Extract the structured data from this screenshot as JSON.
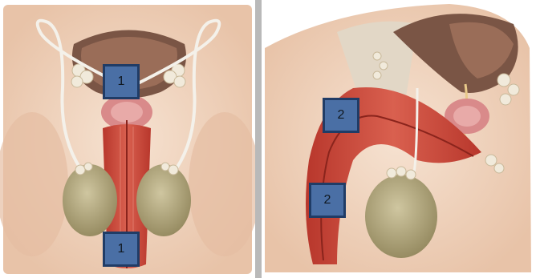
{
  "labels": {
    "front_upper": "1",
    "front_lower": "1",
    "side_upper": "2",
    "side_lower": "2"
  },
  "colors": {
    "background": "#ffffff",
    "skin": "#efd4bf",
    "tissue_red": "#c8473a",
    "bladder_brown": "#6b4a3c",
    "testis_olive": "#b7ad84",
    "vessel_white": "#f4f1ea",
    "label_fill": "#4a6fa5",
    "label_border": "#203c66"
  }
}
